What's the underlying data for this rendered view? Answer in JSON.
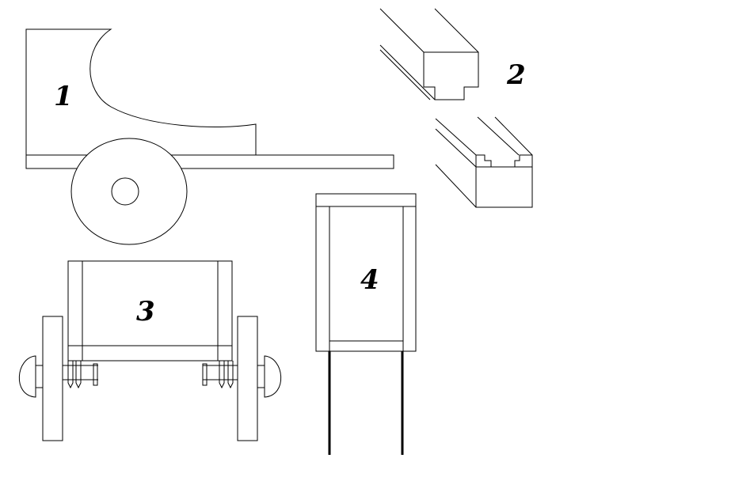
{
  "labels": {
    "side_view": "1",
    "rail_joint": "2",
    "front_view": "3",
    "top_view": "4"
  }
}
